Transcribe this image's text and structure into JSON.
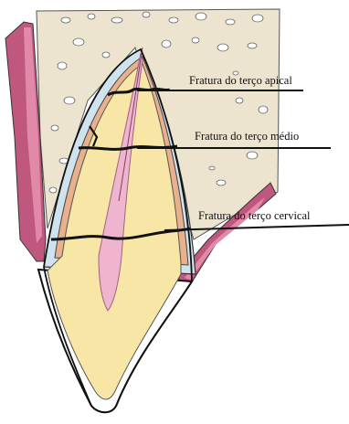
{
  "labels": {
    "apical": "Fratura do terço apical",
    "medio": "Fratura do terço médio",
    "cervical": "Fratura do terço cervical"
  },
  "colors": {
    "bone": "#ece4cf",
    "bone_pores": "#ffffff",
    "gum_outer": "#c0577f",
    "gum_inner": "#e08aa8",
    "ligament": "#cfe3ee",
    "cementum": "#e9b08c",
    "dentin": "#f8e6a6",
    "enamel": "#ffffff",
    "pulp": "#efb5cf",
    "outline": "#111111",
    "fracture": "#111111"
  }
}
